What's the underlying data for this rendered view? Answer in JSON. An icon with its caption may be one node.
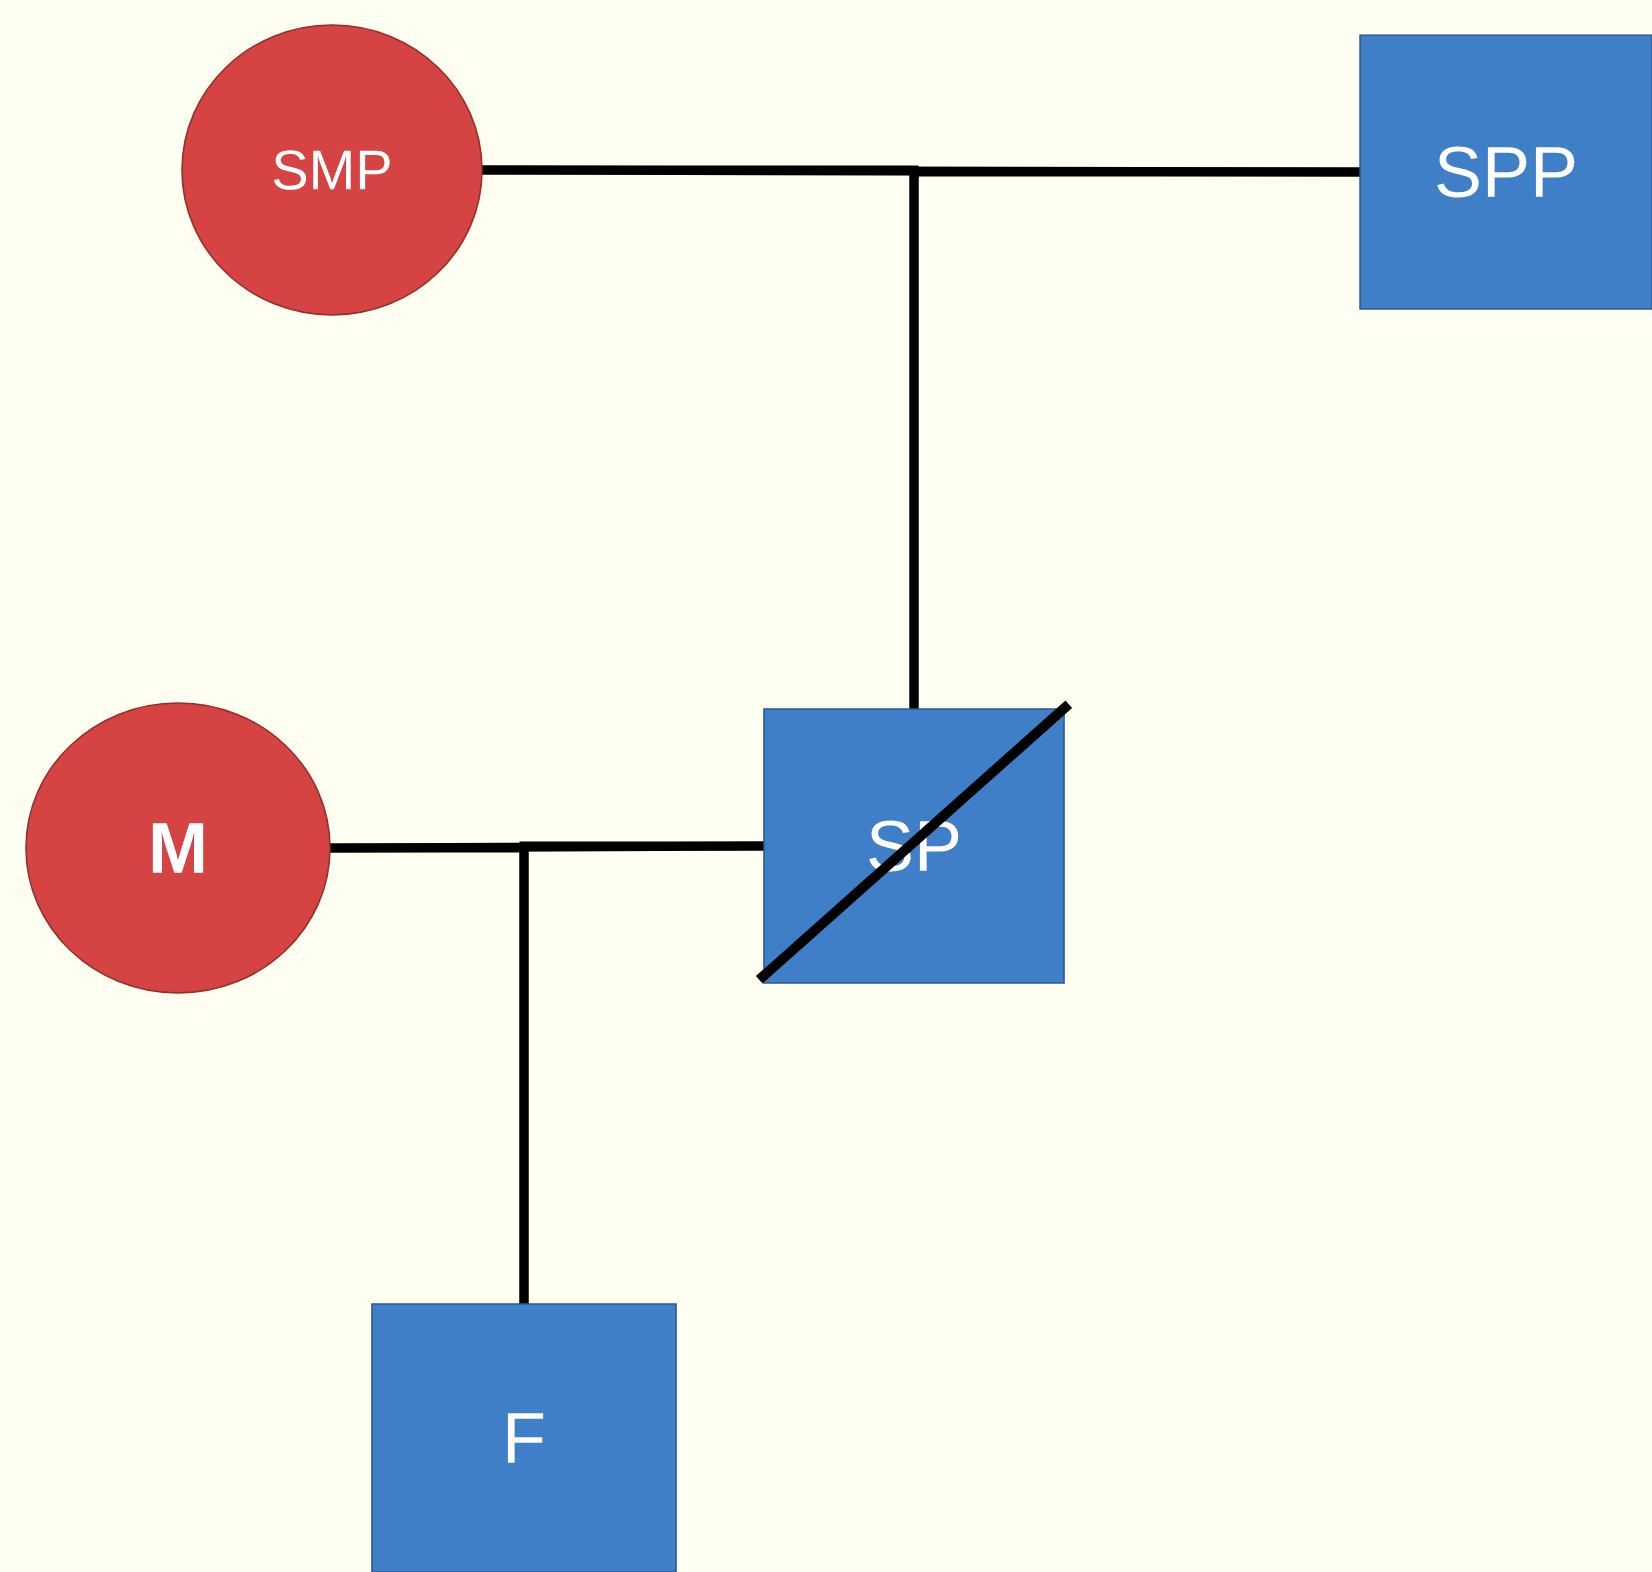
{
  "diagram": {
    "nodes": [
      {
        "text": [
          "SMP"
        ]
      },
      {
        "text": [
          "SPP"
        ]
      },
      {
        "text": [
          "SP"
        ]
      },
      {
        "text": [
          "**M**"
        ]
      },
      {
        "text": [
          "F"
        ]
      }
    ],
    "edges": [
      {
        "from": 0,
        "to": 1,
        "arrow": "none"
      },
      {
        "from": 0,
        "to": 2,
        "arrow": "none"
      },
      {
        "from": 1,
        "to": 2,
        "arrow": "none"
      },
      {
        "from": 3,
        "to": 2,
        "arrow": "none"
      },
      {
        "from": 3,
        "to": 4,
        "arrow": "none"
      },
      {
        "from": 2,
        "to": 4,
        "arrow": "none"
      }
    ]
  }
}
